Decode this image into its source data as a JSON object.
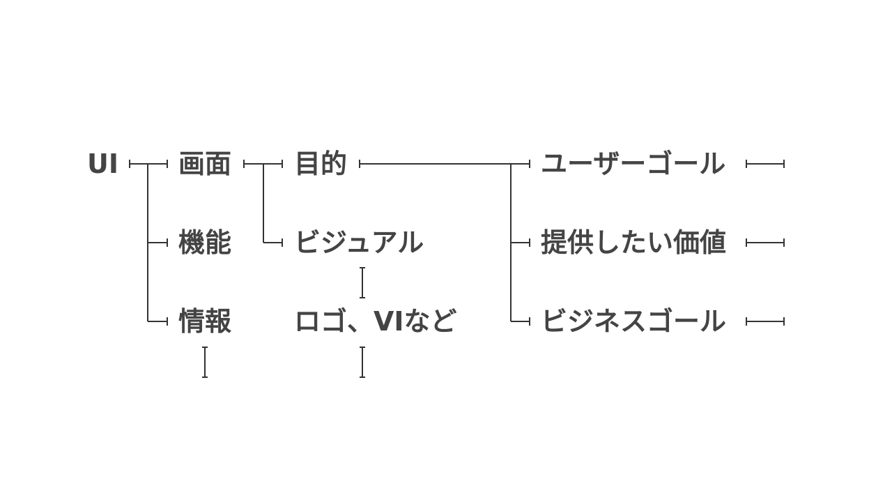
{
  "diagram": {
    "type": "tree",
    "root": "UI",
    "level1": [
      "画面",
      "機能",
      "情報"
    ],
    "level2": [
      "目的",
      "ビジュアル",
      "ロゴ、VIなど"
    ],
    "level3": [
      "ユーザーゴール",
      "提供したい価値",
      "ビジネスゴール"
    ]
  },
  "colors": {
    "text": "#444444",
    "line": "#333333",
    "background": "#ffffff"
  }
}
